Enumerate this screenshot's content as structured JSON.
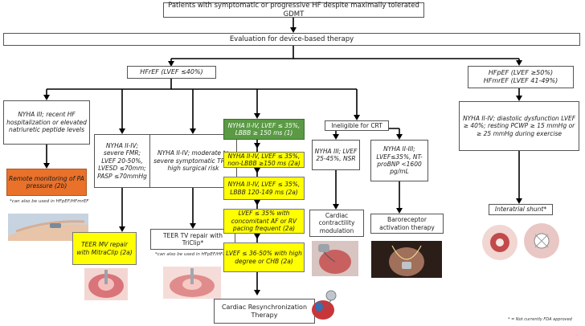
{
  "top": "Patients with symptomatic or progressive HF despite maximally tolerated GDMT",
  "evaluation": "Evaluation for device-based therapy",
  "hfref": "HFrEF (LVEF ≤40%)",
  "hfpef": {
    "line1": "HFpEF (LVEF ≥50%)",
    "line2": "HFmrEF (LVEF 41-49%)"
  },
  "nyha3_recent": "NYHA III; recent HF hospitalization or elevated natriuretic peptide levels",
  "remote_monitoring": "Remote monitoring of PA pressure (2b)",
  "note_remote": "*can also be used in HFpEF/HFmrEF",
  "severe_fmr": "NYHA II-IV; severe FMR; LVEF 20-50%, LVESD ≤70mm; PASP ≤70mmHg",
  "teer_mv": "TEER MV repair with MitraClip (2a)",
  "severe_tr": "NYHA II-IV; moderate to severe symptomatic TR at high surgical risk",
  "teer_tv": "TEER TV repair with TriClip*",
  "note_teer_tv": "*can also be used in HFpEF/HFmrEF",
  "crt_green": "NYHA II-IV, LVEF ≤ 35%, LBBB ≥ 150 ms (1)",
  "crt_y1": "NYHA II-IV, LVEF ≤ 35%, non-LBBB ≥150 ms (2a)",
  "crt_y2": "NYHA II-IV, LVEF ≤ 35%, LBBB 120-149 ms (2a)",
  "crt_y3": "LVEF ≤ 35% with concomitant AF or RV pacing frequent (2a)",
  "crt_y4": "LVEF ≤ 36-50% with high degree or CHB (2a)",
  "crt_therapy": "Cardiac Resynchronization Therapy",
  "ineligible": "Ineligible for CRT",
  "ccm_criteria": "NYHA III; LVEF 25-45%, NSR",
  "ccm": "Cardiac contractility modulation",
  "bat_criteria": "NYHA II-III; LVEF≤35%, NT-proBNP <1600 pg/mL",
  "bat": "Baroreceptor activation therapy",
  "hfpef_criteria": "NYHA II-IV; diastolic dysfunction LVEF ≥ 40%; resting PCWP ≥ 15 mmHg or ≥ 25 mmHg during exercise",
  "shunt": "Interatrial shunt*",
  "footnote": "* = Not currently FDA approved",
  "colors": {
    "green": "#5a9a44",
    "yellow": "#ffff00",
    "orange": "#e9712a",
    "line": "#000000"
  },
  "icons": [
    "arm-sensor-image",
    "mitraclip-heart-image",
    "triclip-heart-image",
    "crt-device-image",
    "ccm-device-image",
    "baroreceptor-device-image",
    "interatrial-shunt-image"
  ]
}
